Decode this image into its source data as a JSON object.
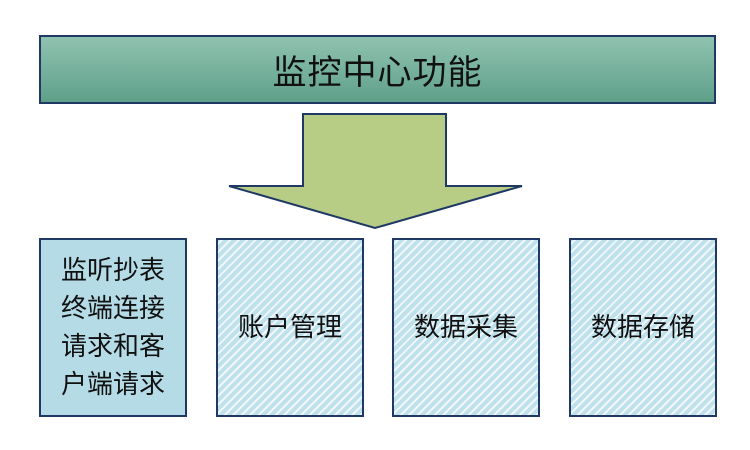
{
  "header": {
    "title": "监控中心功能"
  },
  "modules": [
    {
      "label": "监听抄表终端连接请求和客户端请求"
    },
    {
      "label": "账户管理"
    },
    {
      "label": "数据采集"
    },
    {
      "label": "数据存储"
    }
  ],
  "colors": {
    "header_fill": "#7bb39f",
    "border": "#1f3864",
    "arrow_fill": "#b7cc85",
    "module_fill": "#b5dbe6"
  }
}
